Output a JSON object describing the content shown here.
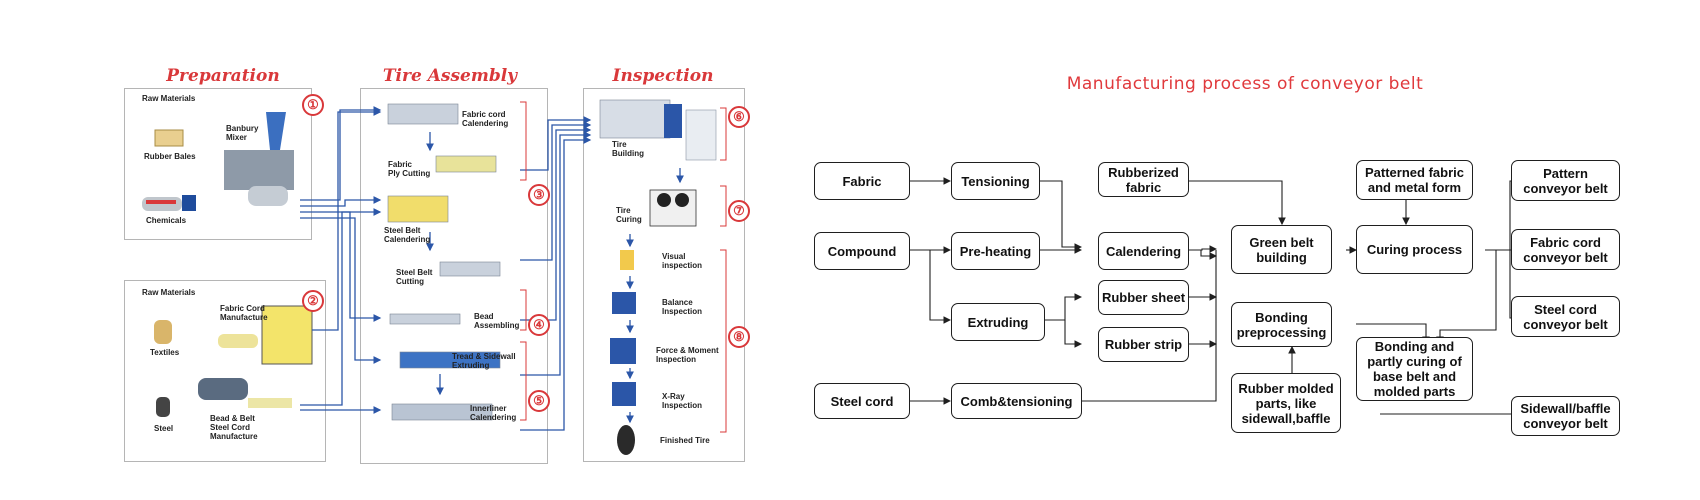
{
  "tire": {
    "sections": {
      "preparation": "Preparation",
      "assembly": "Tire Assembly",
      "inspection": "Inspection"
    },
    "labels": {
      "raw1": "Raw Materials",
      "raw2": "Raw Materials",
      "banbury": "Banbury\nMixer",
      "rubber_bales": "Rubber Bales",
      "chemicals": "Chemicals",
      "textiles": "Textiles",
      "steel": "Steel",
      "fabric_cord_manufacture": "Fabric Cord\nManufacture",
      "bead_belt": "Bead & Belt\nSteel Cord\nManufacture",
      "fabric_cord_cal": "Fabric cord\nCalendering",
      "fabric_ply": "Fabric\nPly Cutting",
      "steel_belt_cal": "Steel Belt\nCalendering",
      "steel_belt_cut": "Steel Belt\nCutting",
      "bead_assembling": "Bead\nAssembling",
      "tread": "Tread & Sidewall\nExtruding",
      "innerliner": "Innerliner\nCalendering",
      "tire_building": "Tire\nBuilding",
      "tire_curing": "Tire\nCuring",
      "visual": "Visual\ninspection",
      "balance": "Balance\nInspection",
      "force": "Force & Moment\nInspection",
      "xray": "X-Ray\nInspection",
      "finished": "Finished Tire"
    },
    "numbers": [
      "①",
      "②",
      "③",
      "④",
      "⑤",
      "⑥",
      "⑦",
      "⑧"
    ],
    "colors": {
      "accent": "#d9383a",
      "flow": "#2b56a8"
    }
  },
  "conveyor": {
    "title": "Manufacturing process of conveyor belt",
    "nodes": {
      "fabric": "Fabric",
      "compound": "Compound",
      "steel_cord": "Steel cord",
      "tensioning": "Tensioning",
      "preheating": "Pre-heating",
      "extruding": "Extruding",
      "comb": "Comb&tensioning",
      "rubberized": "Rubberized\nfabric",
      "calendering": "Calendering",
      "rubber_sheet": "Rubber sheet",
      "rubber_strip": "Rubber strip",
      "green_belt": "Green belt\nbuilding",
      "bonding_pre": "Bonding\npreprocessing",
      "molded_parts": "Rubber molded\nparts, like\nsidewall,baffle",
      "patterned": "Patterned fabric\nand metal form",
      "curing": "Curing process",
      "bonding_partly": "Bonding and\npartly curing of\nbase belt and\nmolded parts",
      "pattern_belt": "Pattern\nconveyor belt",
      "fabric_belt": "Fabric cord\nconveyor belt",
      "steel_belt": "Steel cord\nconveyor belt",
      "sidewall_belt": "Sidewall/baffle\nconveyor belt"
    },
    "colors": {
      "title": "#e0393c",
      "line": "#1f1f1f"
    }
  }
}
